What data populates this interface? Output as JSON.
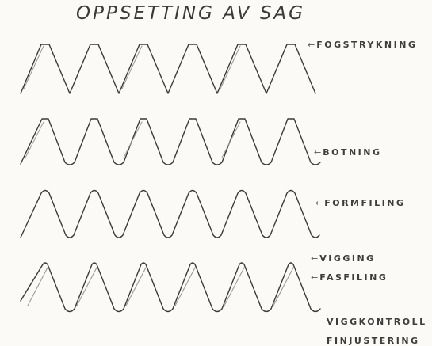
{
  "title": "OPPSETTING AV SAG",
  "labels": {
    "fogstrykning": "FOGSTRYKNING",
    "botning": "BOTNING",
    "formfiling": "FORMFILING",
    "vigging": "VIGGING",
    "fasfiling": "FASFILING",
    "viggkontroll": "VIGGKONTROLL",
    "finjustering": "FINJUSTERING"
  },
  "arrow": "←",
  "colors": {
    "ink": "#3a3a3a",
    "paper": "#fbfaf6",
    "shade": "#9a9a9a"
  }
}
